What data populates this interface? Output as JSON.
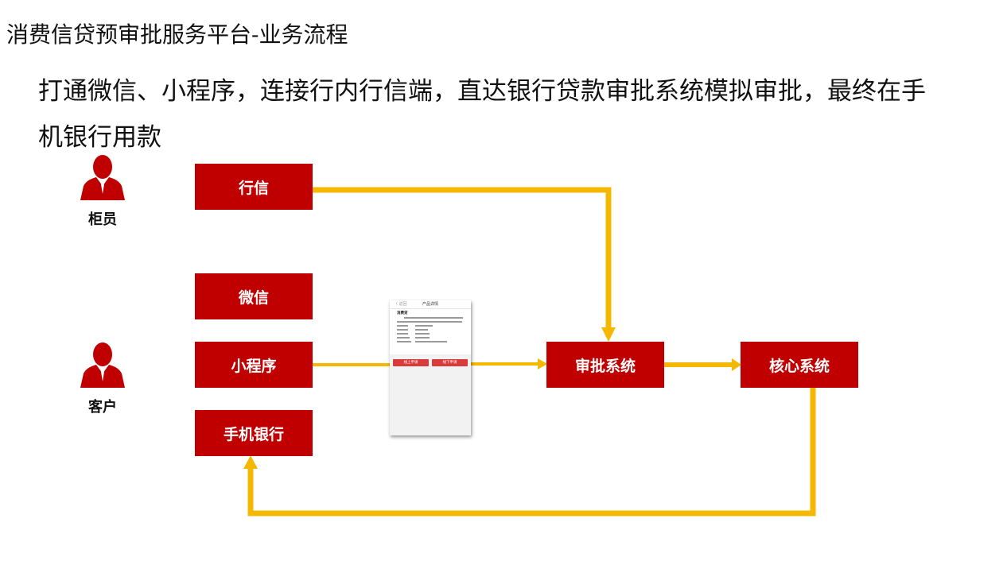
{
  "title": "消费信贷预审批服务平台-业务流程",
  "subtitle_lines": [
    "打通微信、小程序，连接行内行信端，直达银行贷款审批系统模拟审批，最终在手",
    "机银行用款"
  ],
  "actors": {
    "teller": "柜员",
    "customer": "客户"
  },
  "channels": {
    "xingxin": "行信",
    "wechat": "微信",
    "mini_program": "小程序",
    "mobile_bank": "手机银行"
  },
  "systems": {
    "approval": "审批系统",
    "core": "核心系统"
  },
  "phone": {
    "header": "产品详情",
    "back": "〈 返回",
    "product": "消费贷",
    "button_online": "线上申请",
    "button_offline": "线下申请"
  },
  "colors": {
    "box_red": "#c00000",
    "arrow_yellow": "#f5b800",
    "person_red": "#c00000"
  },
  "icons": {
    "person": "person-silhouette-icon"
  }
}
